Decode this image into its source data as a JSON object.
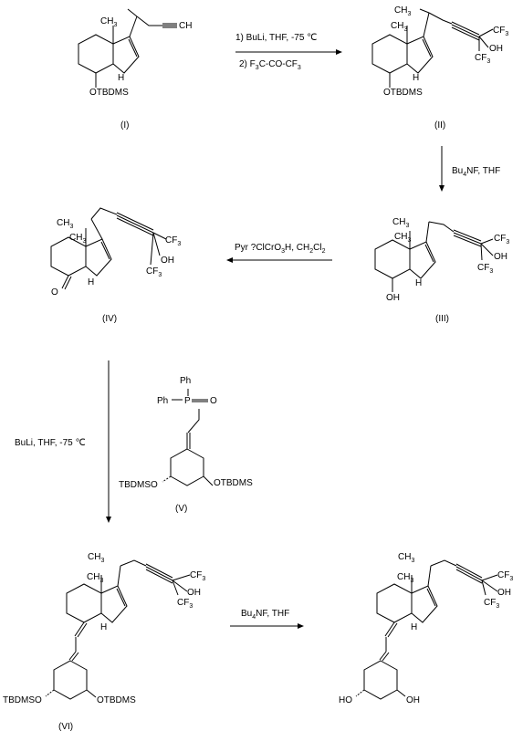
{
  "compounds": {
    "c1": {
      "id": "(I)",
      "protect": "OTBDMS",
      "me": "CH",
      "me_sub": "3",
      "h": "H",
      "alk_end": "CH"
    },
    "c2": {
      "id": "(II)",
      "protect": "OTBDMS",
      "me": "CH",
      "me_sub": "3",
      "h": "H",
      "oh": "OH",
      "cf": "CF",
      "cf_sub": "3"
    },
    "c3": {
      "id": "(III)",
      "protect": "OH",
      "me": "CH",
      "me_sub": "3",
      "h": "H",
      "oh": "OH",
      "cf": "CF",
      "cf_sub": "3"
    },
    "c4": {
      "id": "(IV)",
      "ketone": "O",
      "me": "CH",
      "me_sub": "3",
      "h": "H",
      "oh": "OH",
      "cf": "CF",
      "cf_sub": "3"
    },
    "c5": {
      "id": "(V)",
      "ph": "Ph",
      "p": "P",
      "o": "O",
      "left_sub": "TBDMSO",
      "right_sub": "OTBDMS"
    },
    "c6": {
      "id": "(VI)",
      "me": "CH",
      "me_sub": "3",
      "h": "H",
      "oh": "OH",
      "cf": "CF",
      "cf_sub": "3",
      "left_sub": "TBDMSO",
      "right_sub": "OTBDMS"
    },
    "c7": {
      "me": "CH",
      "me_sub": "3",
      "h": "H",
      "oh": "OH",
      "cf": "CF",
      "cf_sub": "3",
      "left_sub": "HO",
      "right_sub": "OH"
    }
  },
  "reactions": {
    "step1_line1": "1) BuLi, THF, -75 ℃",
    "step1_line2_a": "2) F",
    "step1_line2_sub1": "3",
    "step1_line2_b": "C-CO-CF",
    "step1_line2_sub2": "3",
    "step2_a": "Bu",
    "step2_sub": "4",
    "step2_b": "NF, THF",
    "step3_a": "Pyr ?ClCrO",
    "step3_sub1": "3",
    "step3_b": "H, CH",
    "step3_sub2": "2",
    "step3_c": "Cl",
    "step3_sub3": "2",
    "step4": "BuLi, THF, -75 ℃",
    "step5_a": "Bu",
    "step5_sub": "4",
    "step5_b": "NF, THF"
  }
}
